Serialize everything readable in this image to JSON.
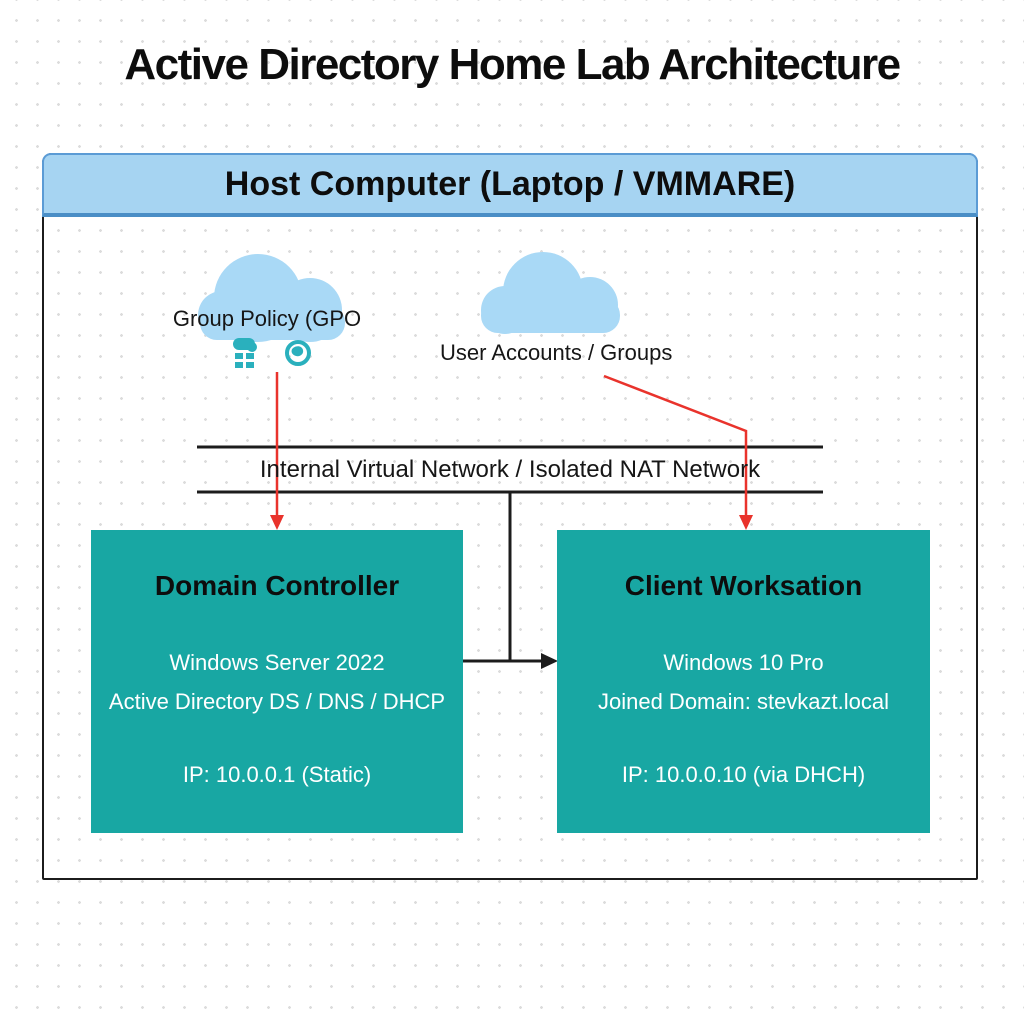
{
  "title": "Active Directory Home Lab Architecture",
  "host": {
    "label": "Host Computer (Laptop / VMMARE)"
  },
  "clouds": {
    "gpo": {
      "label": "Group Policy (GPO"
    },
    "users": {
      "label": "User Accounts / Groups"
    }
  },
  "network": {
    "label": "Internal Virtual Network / Isolated NAT Network"
  },
  "nodes": {
    "domain_controller": {
      "title": "Domain Controller",
      "lines": [
        "Windows Server 2022",
        "Active Directory DS / DNS / DHCP"
      ],
      "ip": "IP: 10.0.0.1 (Static)"
    },
    "client_workstation": {
      "title": "Client Worksation",
      "lines": [
        "Windows 10 Pro",
        "Joined Domain: stevkazt.local"
      ],
      "ip": "IP: 10.0.0.10 (via DHCH)"
    }
  },
  "icons": {
    "gpo_cloud": "cloud-icon",
    "users_cloud": "cloud-icon",
    "gpo_blocks": "gpo-blocks-icon",
    "globe": "globe-icon"
  },
  "colors": {
    "teal": "#18a7a3",
    "header_fill": "#a6d4f2",
    "header_border": "#5b9bd5",
    "header_edge": "#4a8ec6",
    "cloud_blue": "#a9d9f6",
    "arrow_red": "#e9332c",
    "line_black": "#1c1c1c",
    "icon_teal": "#2ab0bd",
    "dot_gray": "#dcdcdc"
  }
}
